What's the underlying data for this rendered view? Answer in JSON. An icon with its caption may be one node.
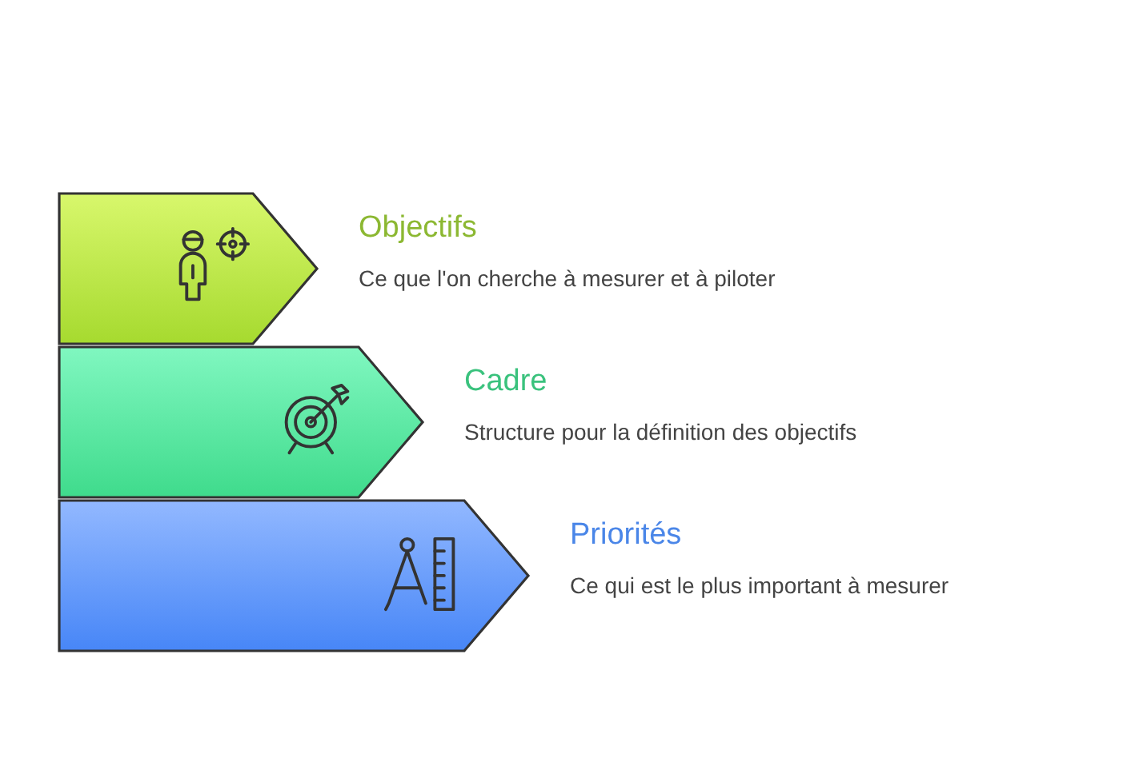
{
  "diagram": {
    "nodes": [
      {
        "text": [
          "Objectifs",
          "Ce que l'on cherche à mesurer et à piloter"
        ]
      },
      {
        "text": [
          "Cadre",
          "Structure pour la définition des objectifs"
        ]
      },
      {
        "text": [
          "Priorités",
          "Ce qui est le plus important à mesurer"
        ]
      }
    ]
  }
}
